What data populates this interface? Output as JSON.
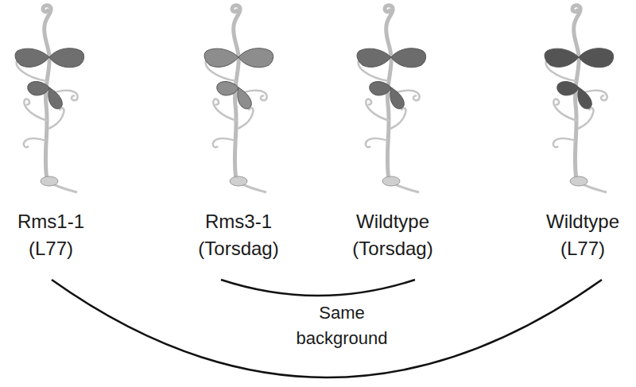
{
  "diagram": {
    "labels": [
      "Rms1-1 (L77)",
      "Rms3-1 (Torsdag)",
      "Wildtype (Torsdag)",
      "Wildtype (L77)",
      "Same background"
    ]
  }
}
